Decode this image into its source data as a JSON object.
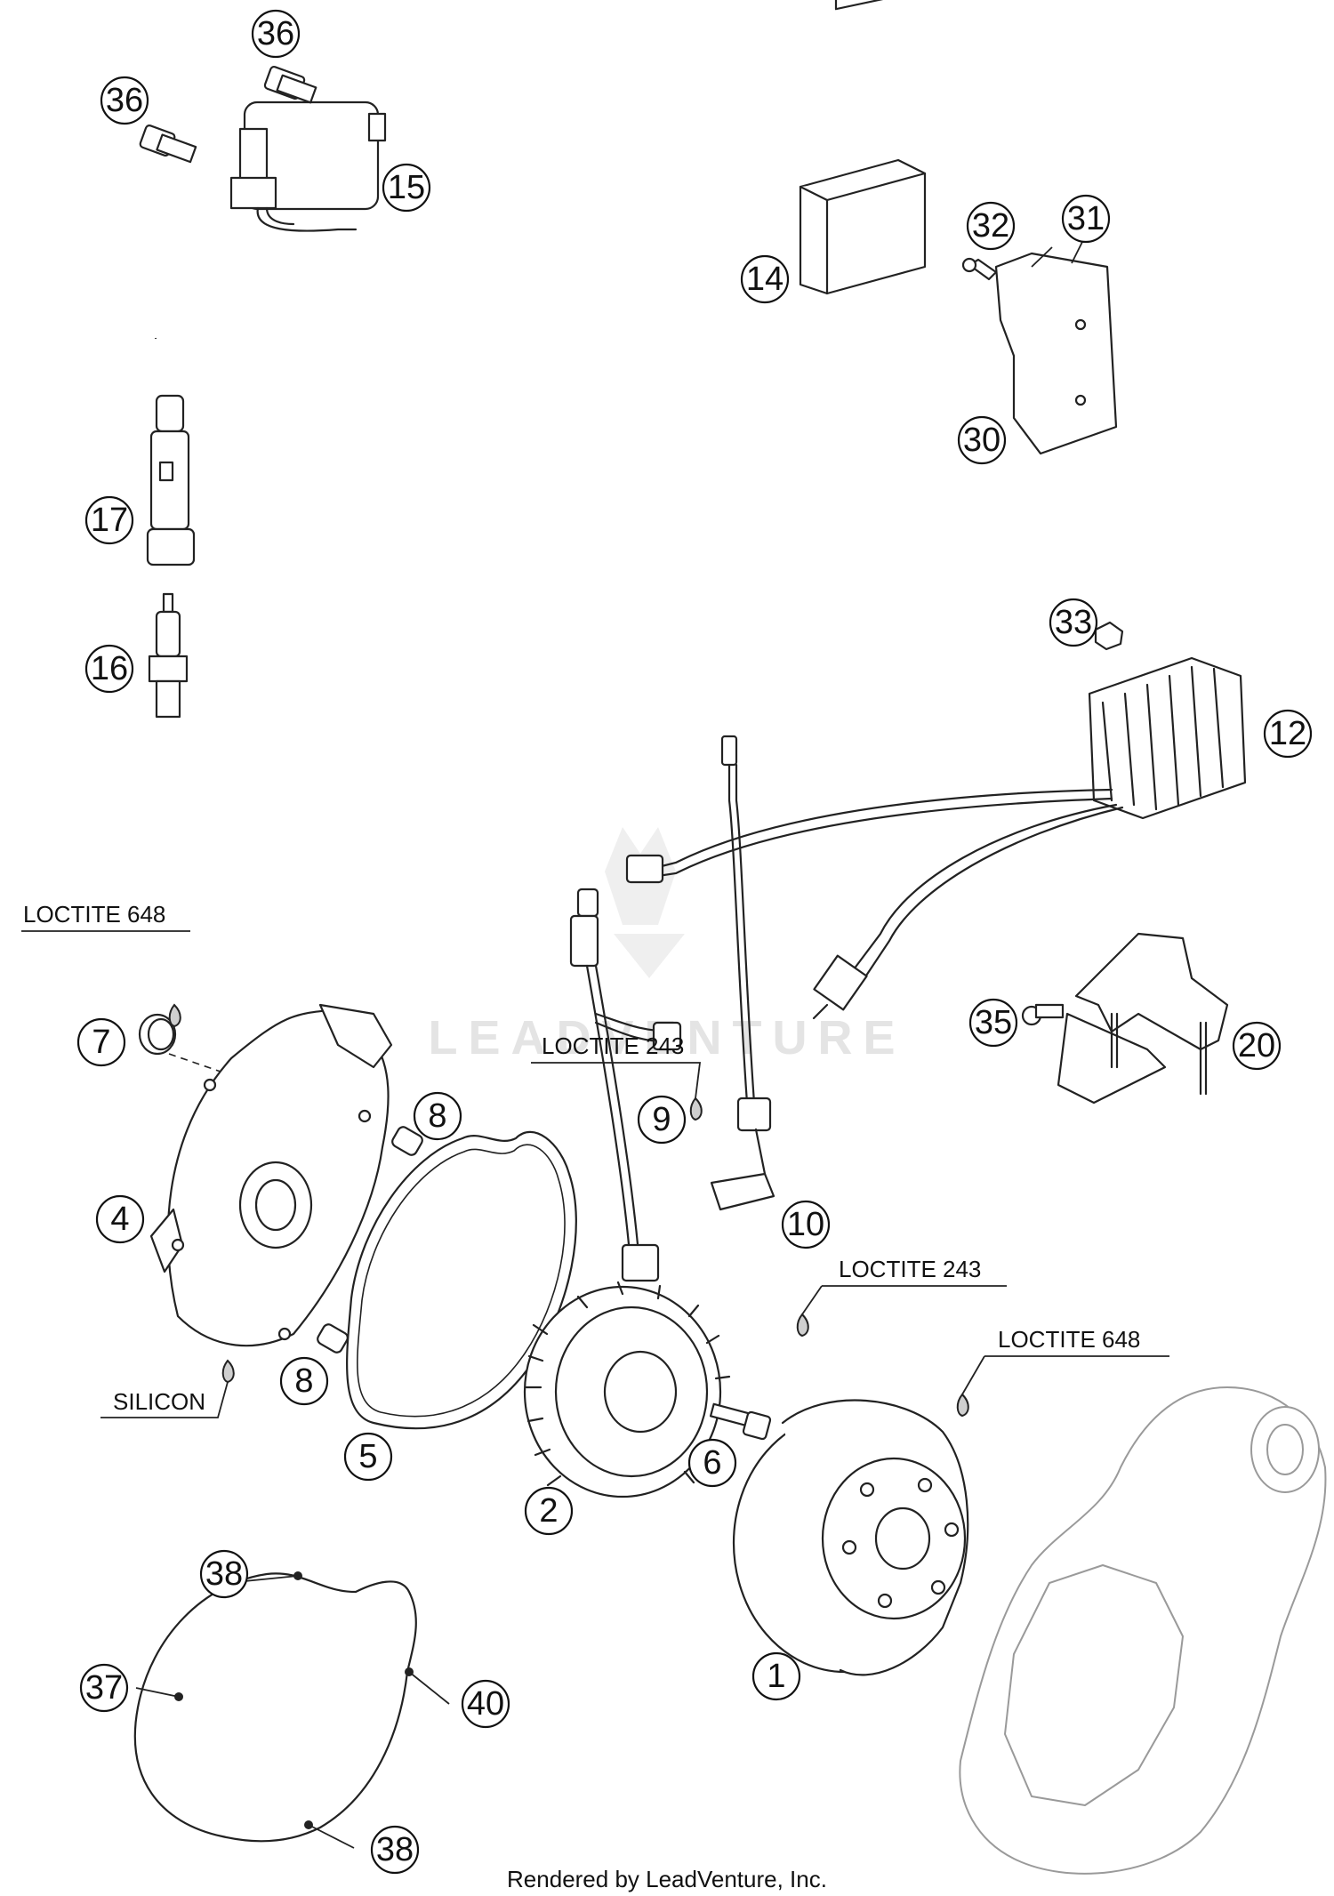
{
  "callouts": {
    "c36a": "36",
    "c36b": "36",
    "c15": "15",
    "c14": "14",
    "c32": "32",
    "c31": "31",
    "c30": "30",
    "c17": "17",
    "c16": "16",
    "c33": "33",
    "c12": "12",
    "c35": "35",
    "c20": "20",
    "c7": "7",
    "c8a": "8",
    "c4": "4",
    "c8b": "8",
    "c9": "9",
    "c10": "10",
    "c5": "5",
    "c2": "2",
    "c6": "6",
    "c1": "1",
    "c38a": "38",
    "c37": "37",
    "c40": "40",
    "c38b": "38"
  },
  "notes": {
    "loctite_648_left": "LOCTITE 648",
    "loctite_243_mid": "LOCTITE 243",
    "loctite_243_right": "LOCTITE 243",
    "loctite_648_right": "LOCTITE 648",
    "silicon": "SILICON"
  },
  "watermark": "LEADVENTURE",
  "credit": "Rendered by LeadVenture, Inc."
}
